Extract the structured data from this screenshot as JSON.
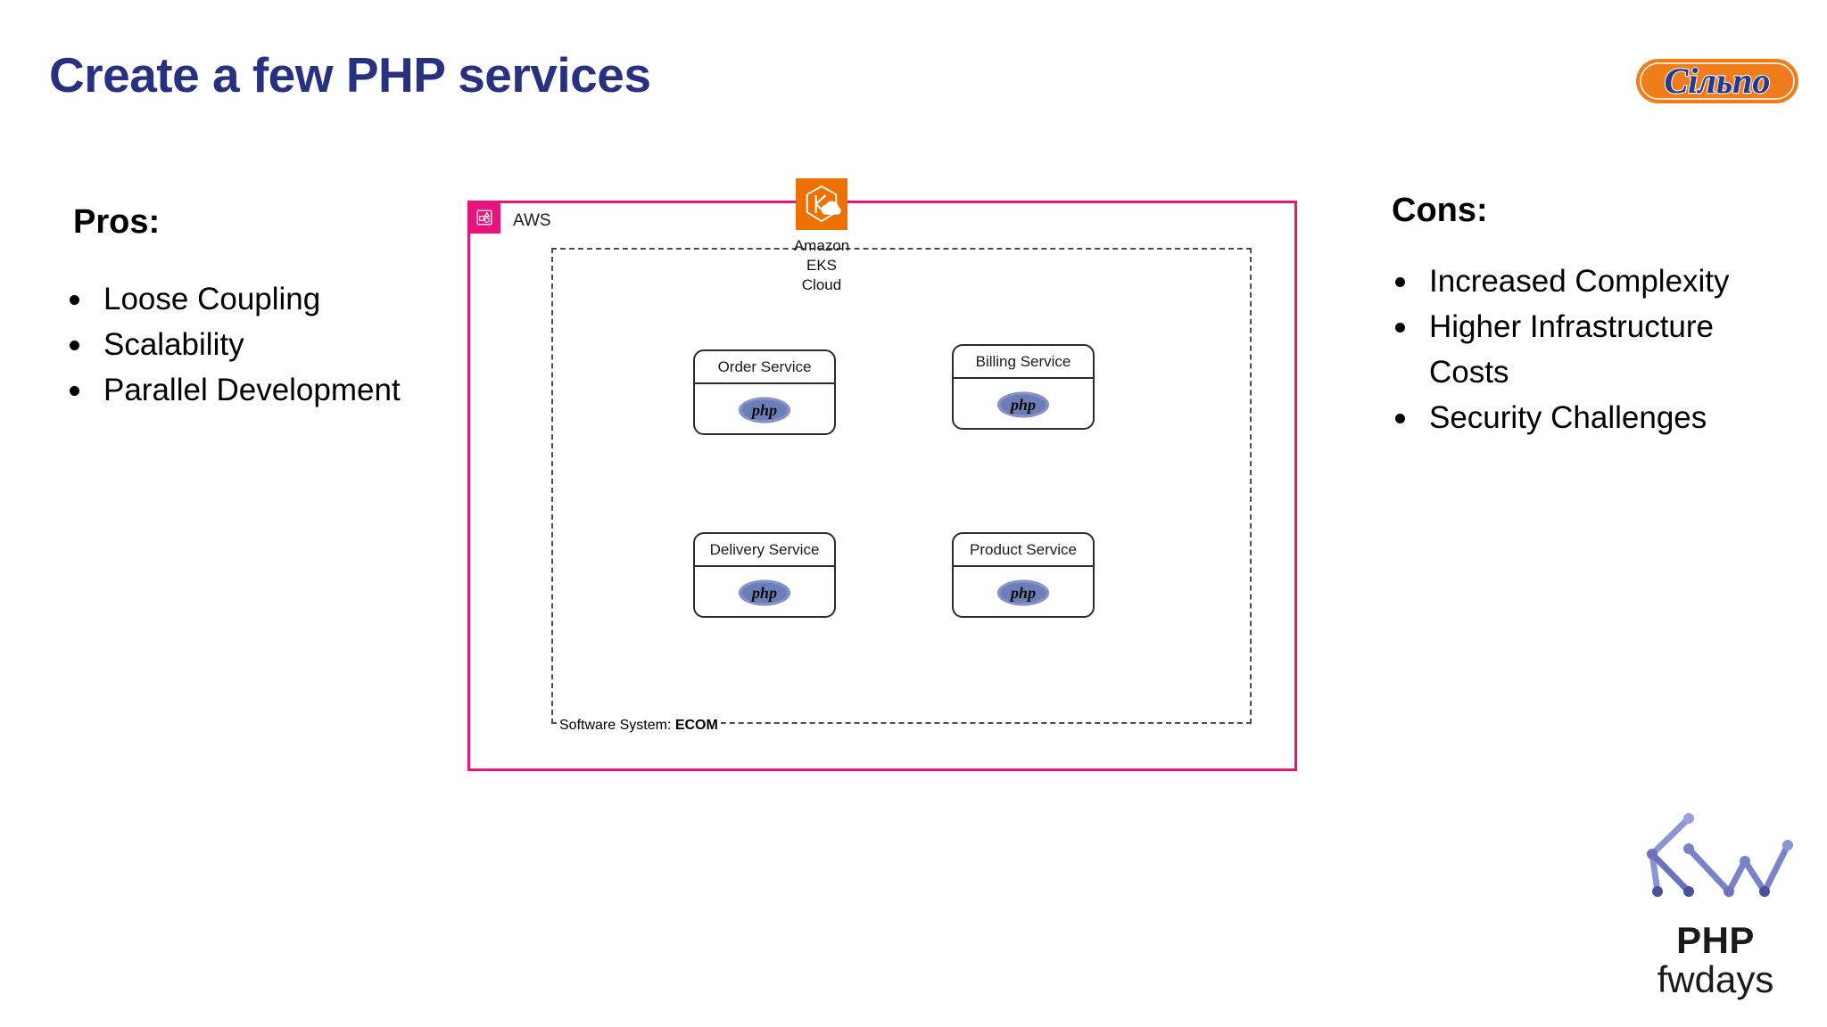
{
  "slide": {
    "title": "Create a few PHP services",
    "title_color": "#27317f",
    "background": "#ffffff"
  },
  "pros": {
    "heading": "Pros:",
    "items": [
      "Loose Coupling",
      "Scalability",
      "Parallel Development"
    ]
  },
  "cons": {
    "heading": "Cons:",
    "items": [
      "Increased Complexity",
      "Higher Infrastructure Costs",
      "Security Challenges"
    ]
  },
  "diagram": {
    "aws_group": {
      "label": "AWS",
      "border_color": "#e7157b",
      "badge_color": "#e7157b",
      "badge_icon": "aws-generic-group-icon"
    },
    "system_boundary": {
      "label_prefix": "Software System: ",
      "label_value": "ECOM",
      "border_color": "#4d4d4d",
      "border_style": "dashed"
    },
    "eks_node": {
      "icon": "amazon-eks-icon",
      "icon_color": "#ed7100",
      "caption": "Amazon EKS\nCloud"
    },
    "services": [
      {
        "name": "Order Service",
        "runtime_icon": "php-logo"
      },
      {
        "name": "Billing Service",
        "runtime_icon": "php-logo"
      },
      {
        "name": "Delivery Service",
        "runtime_icon": "php-logo"
      },
      {
        "name": "Product Service",
        "runtime_icon": "php-logo"
      }
    ],
    "php_logo_color": "#6c7eb7"
  },
  "branding": {
    "silpo": {
      "name": "Сільпо",
      "icon": "silpo-logo",
      "pill_color": "#f07d1b",
      "text_color": "#253a8c"
    },
    "fwdays": {
      "line1": "PHP",
      "line2": "fwdays",
      "icon": "fwdays-zigzag-mark",
      "mark_color": "#7b83c8",
      "text_color": "#1a1a1a"
    }
  }
}
